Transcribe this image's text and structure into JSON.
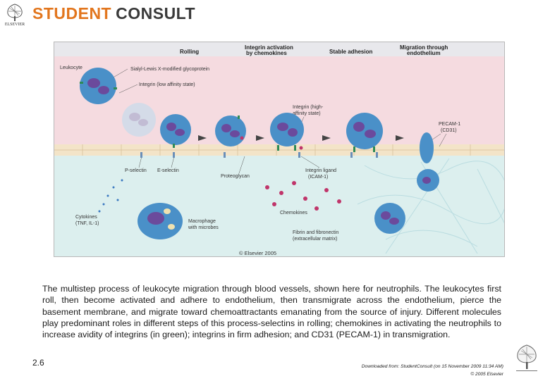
{
  "header": {
    "brand_student": "STUDENT",
    "brand_consult": "CONSULT",
    "publisher_logo_icon": "elsevier-tree-icon",
    "publisher_logo_text": "ELSEVIER"
  },
  "figure": {
    "stages": [
      "Rolling",
      "Integrin activation",
      "by chemokines",
      "Stable adhesion",
      "Migration through",
      "endothelium"
    ],
    "labels": {
      "leukocyte": "Leukocyte",
      "sialyl": "Sialyl-Lewis X-modified glycoprotein",
      "integrin_low": "Integrin (low affinity state)",
      "integrin_high_1": "Integrin (high-",
      "integrin_high_2": "affinity state)",
      "pecam_1": "PECAM-1",
      "pecam_2": "(CD31)",
      "p_selectin": "P-selectin",
      "e_selectin": "E-selectin",
      "proteoglycan": "Proteoglycan",
      "integrin_ligand_1": "Integrin ligand",
      "integrin_ligand_2": "(ICAM-1)",
      "chemokines": "Chemokines",
      "cytokines_1": "Cytokines",
      "cytokines_2": "(TNF, IL-1)",
      "macrophage_1": "Macrophage",
      "macrophage_2": "with microbes",
      "fibrin_1": "Fibrin and fibronectin",
      "fibrin_2": "(extracellular matrix)",
      "copyright": "© Elsevier 2005"
    },
    "colors": {
      "vessel_lumen": "#f5dbe0",
      "tissue": "#dcefee",
      "leukocyte": "#4a90c8",
      "nucleus": "#6b4a9c",
      "integrin": "#2e8b57",
      "chemokine": "#c0356a",
      "endothelium": "#f3e4c8"
    }
  },
  "caption": "The multistep process of leukocyte migration through blood vessels, shown here for neutrophils. The leukocytes first roll, then become activated and adhere to endothelium, then transmigrate across the endothelium, pierce the basement membrane, and migrate toward chemoattractants emanating from the source of injury. Different molecules play predominant roles in different steps of this process-selectins in rolling; chemokines in activating the neutrophils to increase avidity of integrins (in green); integrins in firm adhesion; and CD31 (PECAM-1) in transmigration.",
  "slide_number": "2.6",
  "footer": {
    "source_line": "Downloaded from: StudentConsult (on 15 November 2009 11:34 AM)",
    "copyright": "© 2005 Elsevier"
  }
}
